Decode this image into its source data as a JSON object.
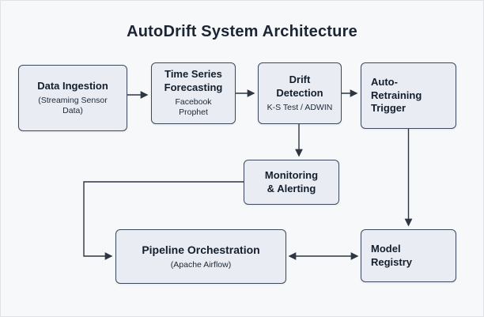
{
  "title": "AutoDrift System Architecture",
  "nodes": {
    "data_ingestion": {
      "label": "Data Ingestion",
      "sublabel": "(Streaming Sensor\nData)"
    },
    "forecasting": {
      "label": "Time Series\nForecasting",
      "sublabel": "Facebook Prophet"
    },
    "drift_detection": {
      "label": "Drift\nDetection",
      "sublabel": "K-S Test / ADWIN"
    },
    "retraining": {
      "label": "Auto-\nRetraining\nTrigger"
    },
    "monitoring": {
      "label": "Monitoring\n& Alerting"
    },
    "orchestration": {
      "label": "Pipeline Orchestration",
      "sublabel": "(Apache Airflow)"
    },
    "registry": {
      "label": "Model\nRegistry"
    }
  },
  "edges": [
    {
      "from": "Data Ingestion",
      "to": "Time Series Forecasting",
      "style": "arrow-right"
    },
    {
      "from": "Time Series Forecasting",
      "to": "Drift Detection",
      "style": "arrow-right"
    },
    {
      "from": "Drift Detection",
      "to": "Auto-Retraining Trigger",
      "style": "arrow-right"
    },
    {
      "from": "Drift Detection",
      "to": "Monitoring & Alerting",
      "style": "arrow-down"
    },
    {
      "from": "Auto-Retraining Trigger",
      "to": "Model Registry",
      "style": "arrow-down"
    },
    {
      "from": "Monitoring & Alerting",
      "to": "Pipeline Orchestration",
      "style": "elbow-left-down"
    },
    {
      "from": "Pipeline Orchestration",
      "to": "Model Registry",
      "style": "arrow-both"
    }
  ],
  "colors": {
    "background": "#f7f8fa",
    "node_fill": "#e9edf3",
    "node_border": "#3d4a5d",
    "text": "#141e2c",
    "arrow": "#2d3642"
  }
}
